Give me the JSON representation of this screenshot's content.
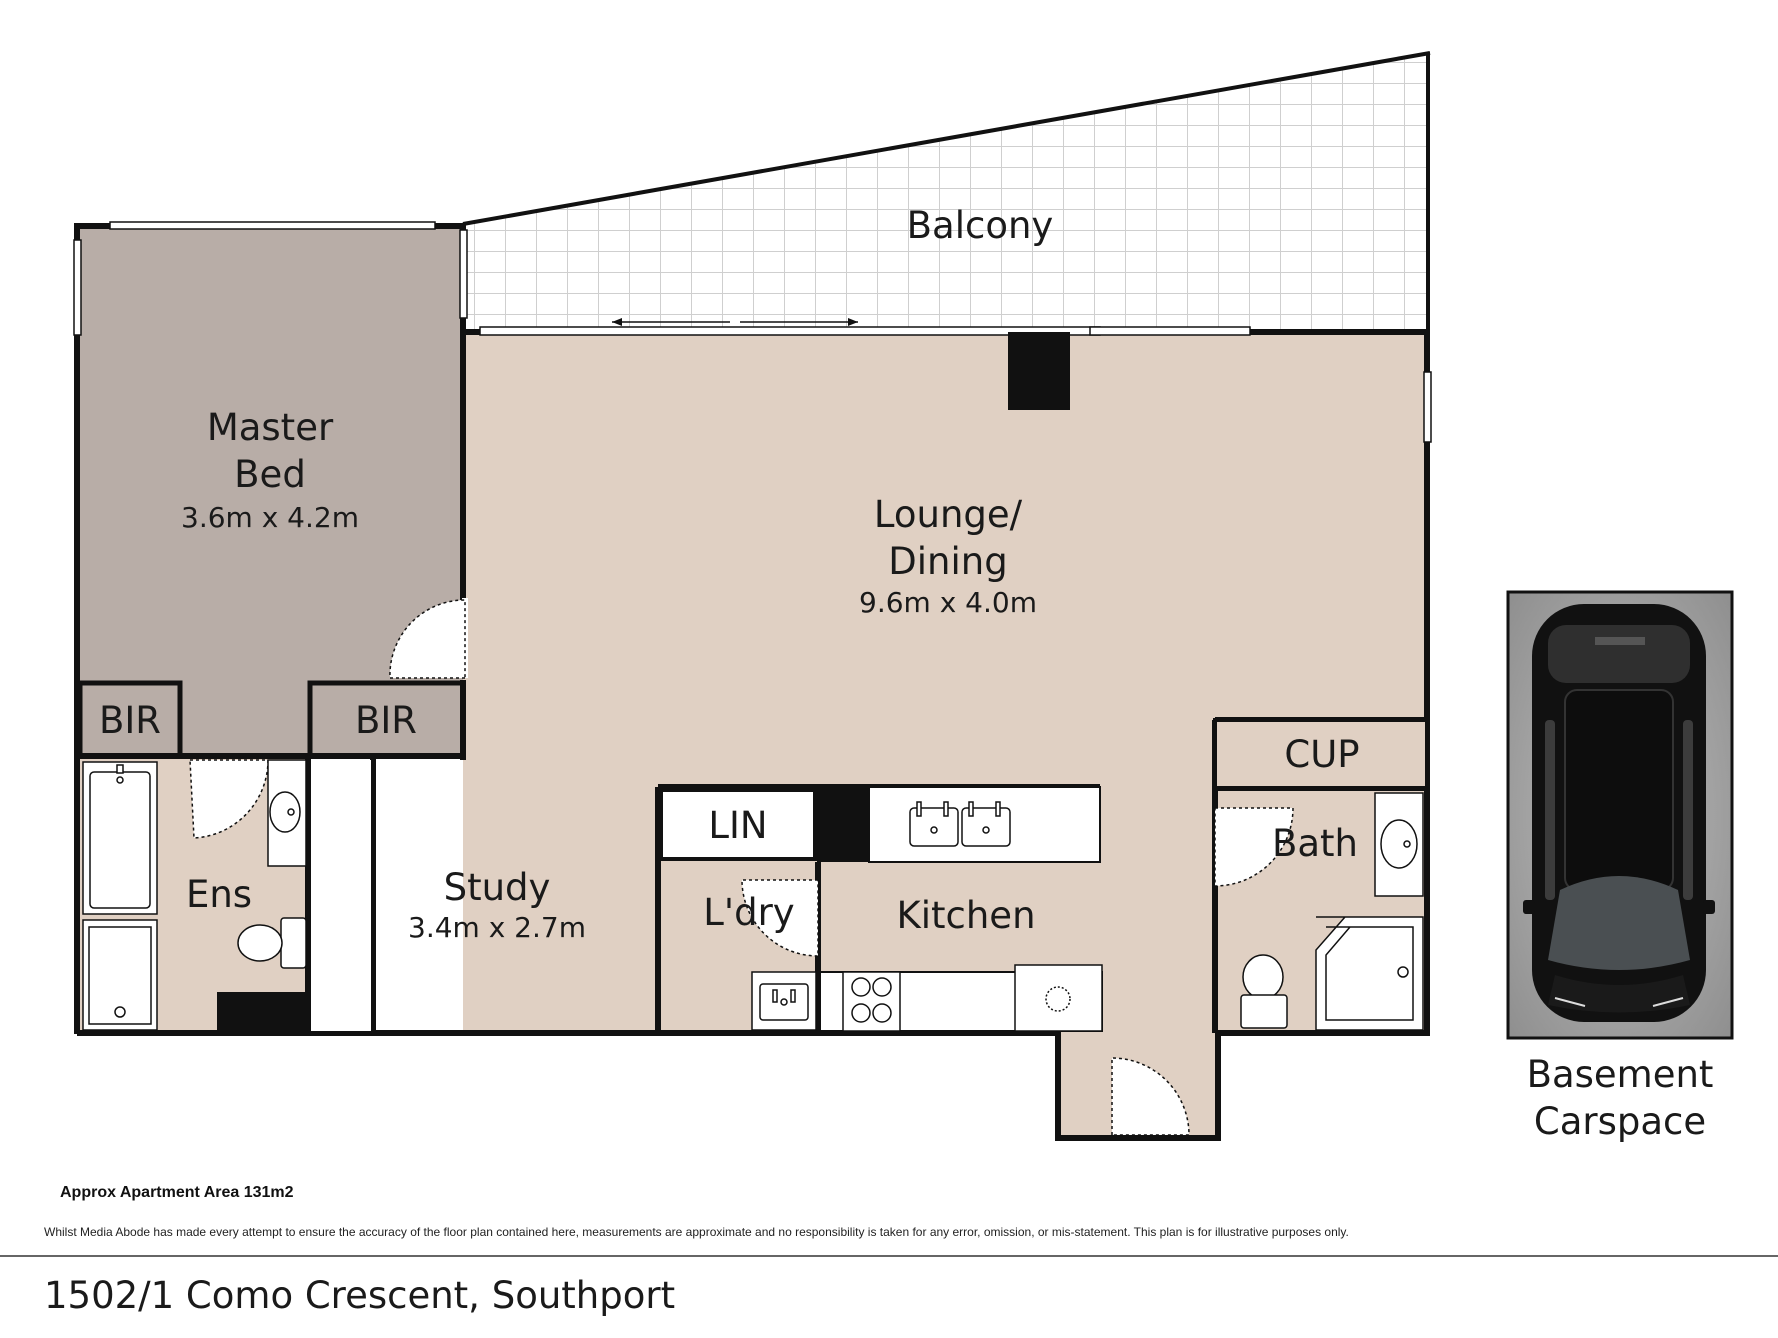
{
  "rooms": {
    "balcony": {
      "name": "Balcony"
    },
    "master_bed": {
      "line1": "Master",
      "line2": "Bed",
      "dims": "3.6m x 4.2m"
    },
    "lounge": {
      "line1": "Lounge/",
      "line2": "Dining",
      "dims": "9.6m x 4.0m"
    },
    "bir_left": {
      "name": "BIR"
    },
    "bir_right": {
      "name": "BIR"
    },
    "ensuite": {
      "name": "Ens"
    },
    "study": {
      "name": "Study",
      "dims": "3.4m x 2.7m"
    },
    "linen": {
      "name": "LIN"
    },
    "laundry": {
      "name": "L'dry"
    },
    "kitchen": {
      "name": "Kitchen"
    },
    "cupboard": {
      "name": "CUP"
    },
    "bath": {
      "name": "Bath"
    },
    "carspace": {
      "line1": "Basement",
      "line2": "Carspace"
    }
  },
  "footer": {
    "area": "Approx Apartment Area 131m2",
    "disclaimer": "Whilst Media Abode has made every attempt to ensure the accuracy of the floor plan contained here, measurements are approximate and no responsibility is taken for any error, omission, or mis-statement. This plan is for illustrative purposes only.",
    "address": "1502/1 Como Crescent, Southport"
  },
  "colors": {
    "wall": "#111111",
    "living_floor": "#e0d0c3",
    "bedroom_floor": "#b8ada7",
    "balcony_tile": "#cccccc",
    "carspace_bg": "#a9a9a9"
  },
  "icons": [
    "bathtub-icon",
    "shower-icon",
    "basin-icon",
    "toilet-icon",
    "double-sink-icon",
    "cooktop-icon",
    "dishwasher-icon",
    "tub-sink-icon",
    "car-icon"
  ]
}
